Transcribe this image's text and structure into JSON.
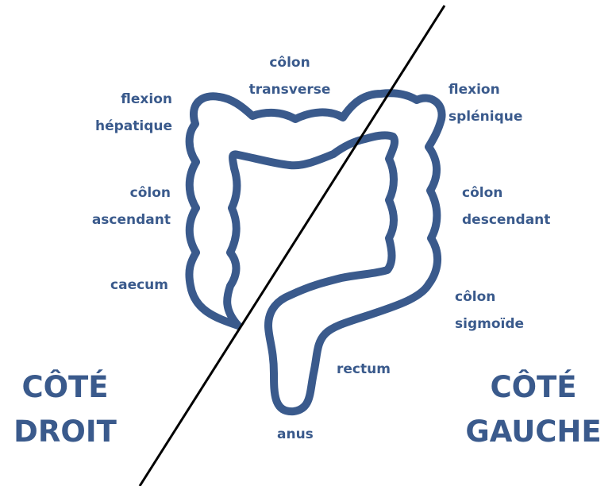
{
  "labels": {
    "colon_transverse": [
      "côlon",
      "transverse"
    ],
    "flexion_hepatique": [
      "flexion",
      "hépatique"
    ],
    "flexion_splenique": [
      "flexion",
      "splénique"
    ],
    "colon_ascendant": [
      "côlon",
      "ascendant"
    ],
    "colon_descendant": [
      "côlon",
      "descendant"
    ],
    "caecum": "caecum",
    "colon_sigmoide": [
      "côlon",
      "sigmoïde"
    ],
    "rectum": "rectum",
    "anus": "anus"
  },
  "sides": {
    "right": [
      "CÔTÉ",
      "DROIT"
    ],
    "left": [
      "CÔTÉ",
      "GAUCHE"
    ]
  },
  "colors": {
    "organ_outline": "#3a5a8c",
    "divider_line": "#000000",
    "text": "#3a5a8c",
    "background": "#ffffff"
  }
}
